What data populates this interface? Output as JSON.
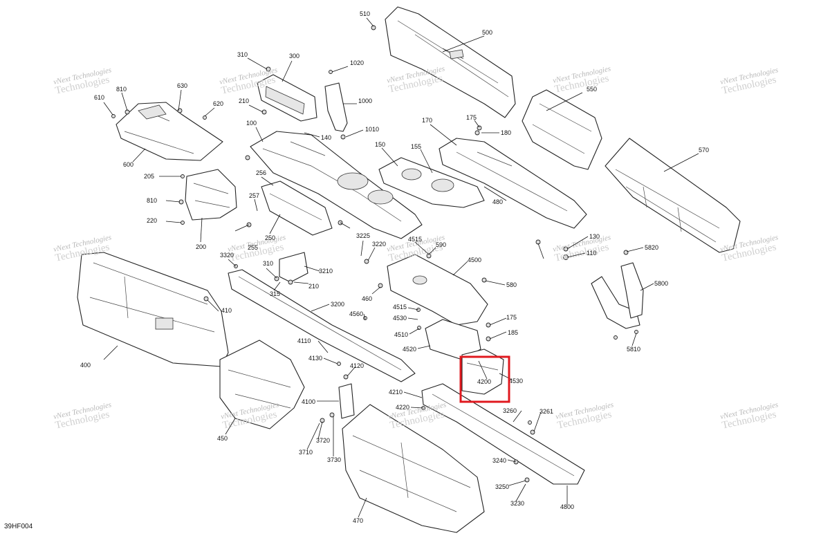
{
  "diagram": {
    "code": "39HF004",
    "highlight_callout": "4200",
    "watermark": {
      "line1": "vNext Technologies",
      "line2": "Technologies"
    },
    "callouts": [
      "510",
      "500",
      "550",
      "570",
      "310",
      "300",
      "1020",
      "1000",
      "1010",
      "630",
      "810",
      "610",
      "620",
      "600",
      "210",
      "100",
      "140",
      "150",
      "155",
      "170",
      "175",
      "180",
      "480",
      "205",
      "256",
      "257",
      "250",
      "255",
      "3225",
      "3220",
      "3320",
      "310",
      "3210",
      "4515",
      "590",
      "4500",
      "580",
      "130",
      "110",
      "5820",
      "5800",
      "5810",
      "810",
      "220",
      "200",
      "400",
      "410",
      "315",
      "210",
      "3200",
      "460",
      "4560",
      "4515",
      "4530",
      "4510",
      "4520",
      "175",
      "185",
      "4110",
      "4130",
      "4120",
      "4200",
      "4530",
      "4100",
      "4210",
      "4220",
      "3260",
      "3261",
      "3720",
      "3710",
      "3730",
      "450",
      "470",
      "3240",
      "3250",
      "3230",
      "4800"
    ]
  }
}
